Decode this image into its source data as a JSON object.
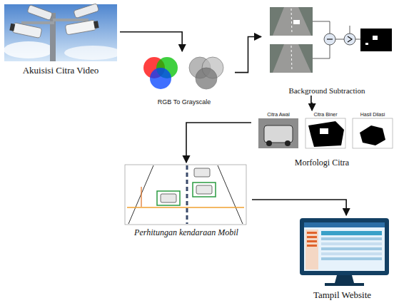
{
  "diagram": {
    "nodes": [
      {
        "text": [
          "Akuisisi Citra Video"
        ]
      },
      {
        "text": [
          "RGB To Grayscale"
        ]
      },
      {
        "text": [
          "Background Subtraction"
        ]
      },
      {
        "text": [
          "Morfologi Citra"
        ]
      },
      {
        "text": [
          "Perhitungan kendaraan Mobil"
        ]
      },
      {
        "text": [
          "Tampil Website"
        ]
      }
    ],
    "edges": [
      {
        "from": 0,
        "to": 1,
        "arrow": "to"
      },
      {
        "from": 1,
        "to": 2,
        "arrow": "to"
      },
      {
        "from": 2,
        "to": 3,
        "arrow": "to"
      },
      {
        "from": 3,
        "to": 4,
        "arrow": "to"
      },
      {
        "from": 4,
        "to": 5,
        "arrow": "to"
      }
    ],
    "labels": [
      "Citra Awal",
      "Citra Biner",
      "Hasil Dilasi"
    ]
  }
}
